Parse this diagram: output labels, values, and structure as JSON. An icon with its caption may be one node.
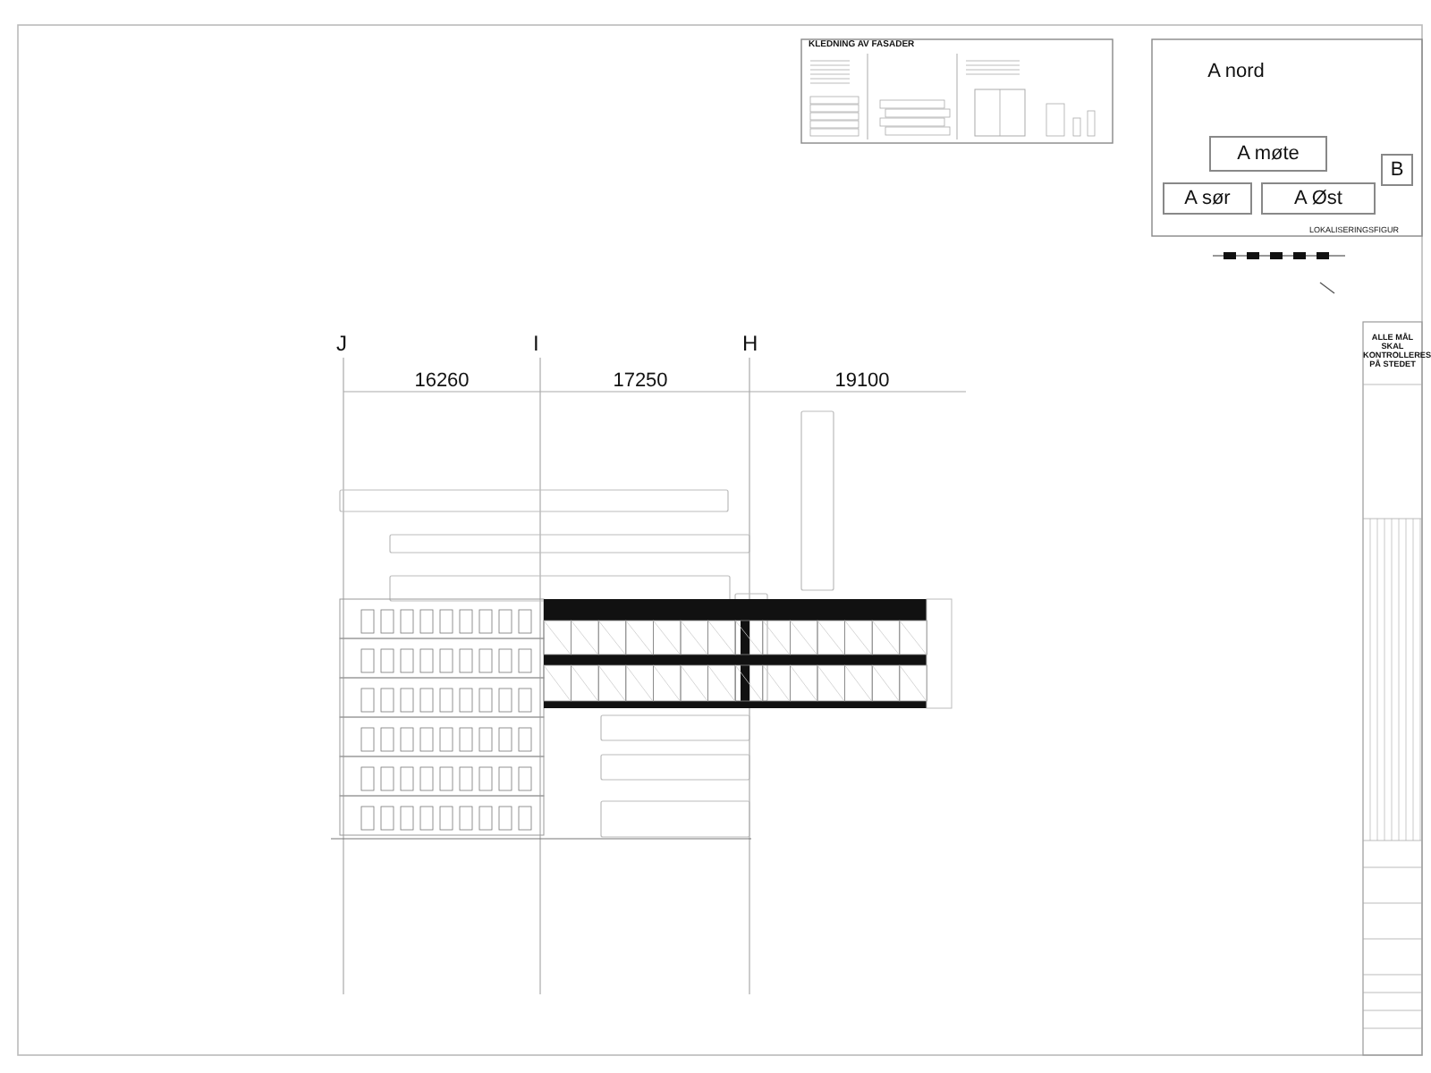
{
  "diagram": {
    "nodes": [
      {
        "text": [
          "A nord"
        ]
      },
      {
        "text": [
          "A møte"
        ]
      },
      {
        "text": [
          "B"
        ]
      },
      {
        "text": [
          "A sør"
        ]
      },
      {
        "text": [
          "A Øst"
        ]
      }
    ],
    "labels": [
      "KLEDNING AV FASADER",
      "LOKALISERINGSFIGUR",
      "J",
      "I",
      "H",
      "16260",
      "17250",
      "19100",
      "ALLE MÅL SKAL KONTROLLERES PÅ STEDET"
    ]
  }
}
